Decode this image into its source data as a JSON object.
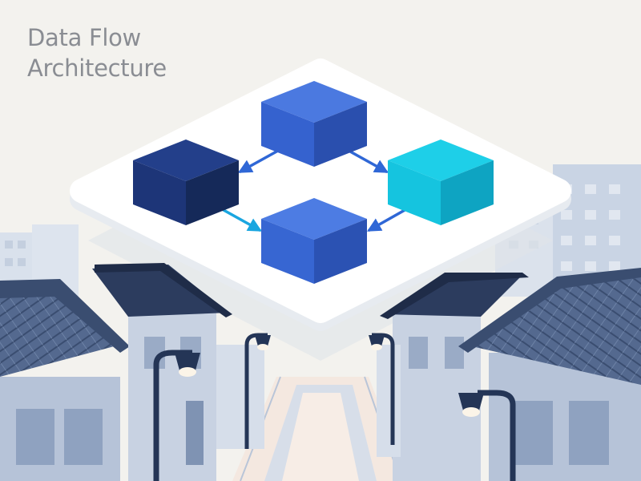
{
  "title": {
    "line1": "Data Flow",
    "line2": "Architecture"
  },
  "diagram": {
    "nodes": [
      {
        "name": "node-top",
        "color": "#3562cf"
      },
      {
        "name": "node-left",
        "color": "#1d3578"
      },
      {
        "name": "node-right",
        "color": "#15c4df"
      },
      {
        "name": "node-bottom",
        "color": "#3766d2"
      }
    ],
    "edges": [
      {
        "from": "node-top",
        "to": "node-left"
      },
      {
        "from": "node-top",
        "to": "node-right"
      },
      {
        "from": "node-left",
        "to": "node-bottom"
      },
      {
        "from": "node-right",
        "to": "node-bottom"
      }
    ]
  },
  "palette": {
    "background": "#f3f2ee",
    "title": "#8a8d93",
    "arrow": "#2f67d6",
    "roof": "#5c7196",
    "building": "#c3cee0",
    "street": "#f4e8e0"
  }
}
